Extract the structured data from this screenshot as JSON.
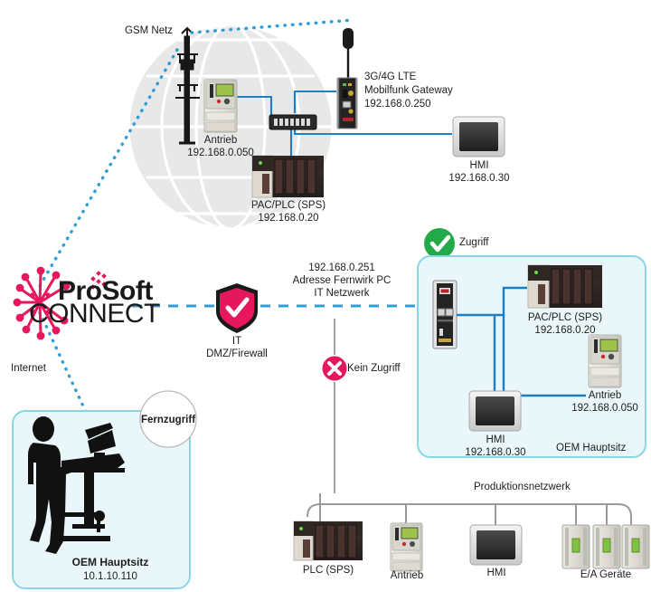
{
  "diagram": {
    "title": "ProSoft Connect Fernzugriff Netzwerkdiagramm",
    "colors": {
      "link_blue": "#1f7fc4",
      "dashed_blue": "#2f9ed8",
      "brand_pink": "#e6175c",
      "access_green": "#22a94a",
      "deny_red": "#e6175c",
      "panel_bg": "#e9f7fb",
      "panel_border": "#8ad4e8",
      "globe_grey": "#e3e3e3",
      "prod_line": "#9a9a9a"
    }
  },
  "top_site": {
    "gsm_label": "GSM Netz",
    "gateway": {
      "line1": "3G/4G LTE",
      "line2": "Mobilfunk Gateway",
      "line3": "192.168.0.250"
    },
    "drive": {
      "name": "Antrieb",
      "ip": "192.168.0.050"
    },
    "plc": {
      "name": "PAC/PLC (SPS)",
      "ip": "192.168.0.20"
    },
    "hmi": {
      "name": "HMI",
      "ip": "192.168.0.30"
    }
  },
  "cloud": {
    "brand_top": "ProSoft",
    "brand_bottom": "CONNECT",
    "internet_label": "Internet"
  },
  "firewall": {
    "address_line1": "192.168.0.251",
    "address_line2": "Adresse Fernwirk PC",
    "address_line3": "IT Netzwerk",
    "label_line1": "IT",
    "label_line2": "DMZ/Firewall"
  },
  "status": {
    "access_label": "Zugriff",
    "no_access_label": "Kein Zugriff"
  },
  "oem_panel": {
    "caption": "OEM Hauptsitz",
    "plc": {
      "name": "PAC/PLC (SPS)",
      "ip": "192.168.0.20"
    },
    "drive": {
      "name": "Antrieb",
      "ip": "192.168.0.050"
    },
    "hmi": {
      "name": "HMI",
      "ip": "192.168.0.30"
    }
  },
  "remote_panel": {
    "bubble_label": "Fernzugriff",
    "caption": "OEM Hauptsitz",
    "ip": "10.1.10.110"
  },
  "production_network": {
    "title": "Produktionsnetzwerk",
    "devices": [
      {
        "label": "PLC (SPS)"
      },
      {
        "label": "Antrieb"
      },
      {
        "label": "HMI"
      },
      {
        "label": "E/A Geräte"
      }
    ]
  }
}
